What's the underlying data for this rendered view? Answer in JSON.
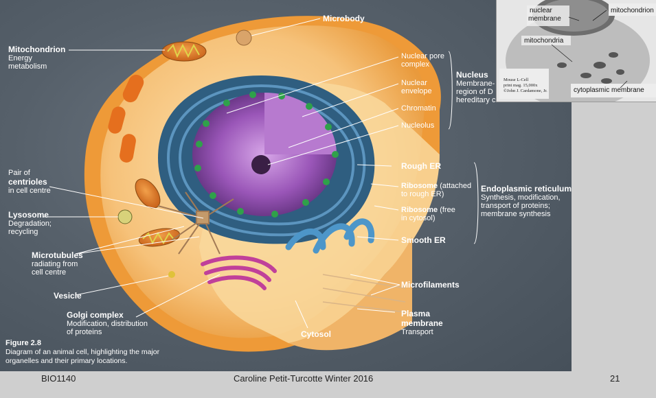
{
  "figure": {
    "labels": {
      "microbody": "Microbody",
      "mitochondrion_title": "Mitochondrion",
      "mitochondrion_desc1": "Energy",
      "mitochondrion_desc2": "metabolism",
      "nuclear_pore1": "Nuclear pore",
      "nuclear_pore2": "complex",
      "nuclear_env1": "Nuclear",
      "nuclear_env2": "envelope",
      "chromatin": "Chromatin",
      "nucleolus": "Nucleolus",
      "nucleus_title": "Nucleus",
      "nucleus_desc1": "Membrane-",
      "nucleus_desc2": "region of D",
      "nucleus_desc3": "hereditary control",
      "centrioles_pre": "Pair of",
      "centrioles_title": "centrioles",
      "centrioles_desc": "in cell centre",
      "lysosome_title": "Lysosome",
      "lysosome_desc1": "Degradation;",
      "lysosome_desc2": "recycling",
      "microtubules_title": "Microtubules",
      "microtubules_desc1": "radiating from",
      "microtubules_desc2": "cell centre",
      "vesicle": "Vesicle",
      "golgi_title": "Golgi complex",
      "golgi_desc1": "Modification, distribution",
      "golgi_desc2": "of proteins",
      "cytosol": "Cytosol",
      "rough_er": "Rough ER",
      "ribosome_attached_title": "Ribosome",
      "ribosome_attached_rest": " (attached",
      "ribosome_attached_desc": "to rough ER)",
      "ribosome_free_title": "Ribosome",
      "ribosome_free_rest": " (free",
      "ribosome_free_desc": "in cytosol)",
      "smooth_er": "Smooth ER",
      "er_title": "Endoplasmic reticulum",
      "er_desc1": "Synthesis, modification,",
      "er_desc2": "transport of proteins;",
      "er_desc3": "membrane synthesis",
      "microfilaments": "Microfilaments",
      "plasma_title1": "Plasma",
      "plasma_title2": "membrane",
      "plasma_desc": "Transport"
    },
    "caption": {
      "title": "Figure 2.8",
      "line1": "Diagram of an animal cell, highlighting the major",
      "line2": "organelles and their primary locations."
    }
  },
  "inset": {
    "nuclear1": "nuclear",
    "nuclear2": "membrane",
    "mitochondrion": "mitochondrion",
    "mitochondria": "mitochondria",
    "credit1": "Mouse L-Cell",
    "credit2": "print mag. 15,000x",
    "credit3": "©John J. Cardamone, Jr.",
    "cytoplasmic": "cytoplasmic membrane"
  },
  "footer": {
    "course": "BIO1140",
    "author": "Caroline Petit-Turcotte Winter 2016",
    "page": "21"
  }
}
